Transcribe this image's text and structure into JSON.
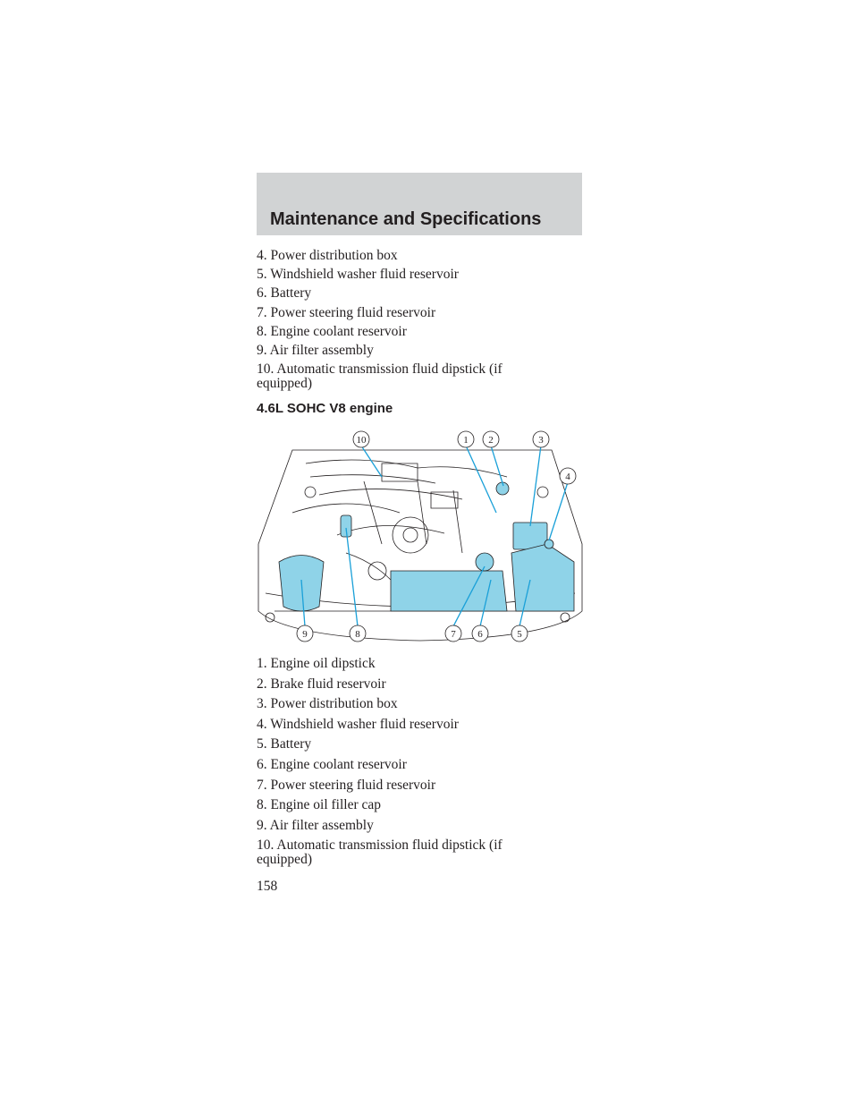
{
  "header": {
    "title": "Maintenance and Specifications"
  },
  "list_top": [
    "4. Power distribution box",
    "5. Windshield washer fluid reservoir",
    "6. Battery",
    "7. Power steering fluid reservoir",
    "8. Engine coolant reservoir",
    "9. Air filter assembly",
    "10. Automatic transmission fluid dipstick (if equipped)"
  ],
  "section_heading": "4.6L SOHC V8 engine",
  "diagram": {
    "callouts": [
      "1",
      "2",
      "3",
      "4",
      "5",
      "6",
      "7",
      "8",
      "9",
      "10"
    ],
    "highlight_color": "#8fd3e8",
    "line_color": "#231f20",
    "leader_color": "#1aa0d8"
  },
  "list_bottom": [
    "1. Engine oil dipstick",
    "2. Brake fluid reservoir",
    "3. Power distribution box",
    "4. Windshield washer fluid reservoir",
    "5. Battery",
    "6. Engine coolant reservoir",
    "7. Power steering fluid reservoir",
    "8. Engine oil filler cap",
    "9. Air filter assembly",
    "10. Automatic transmission fluid dipstick (if equipped)"
  ],
  "page_number": "158"
}
